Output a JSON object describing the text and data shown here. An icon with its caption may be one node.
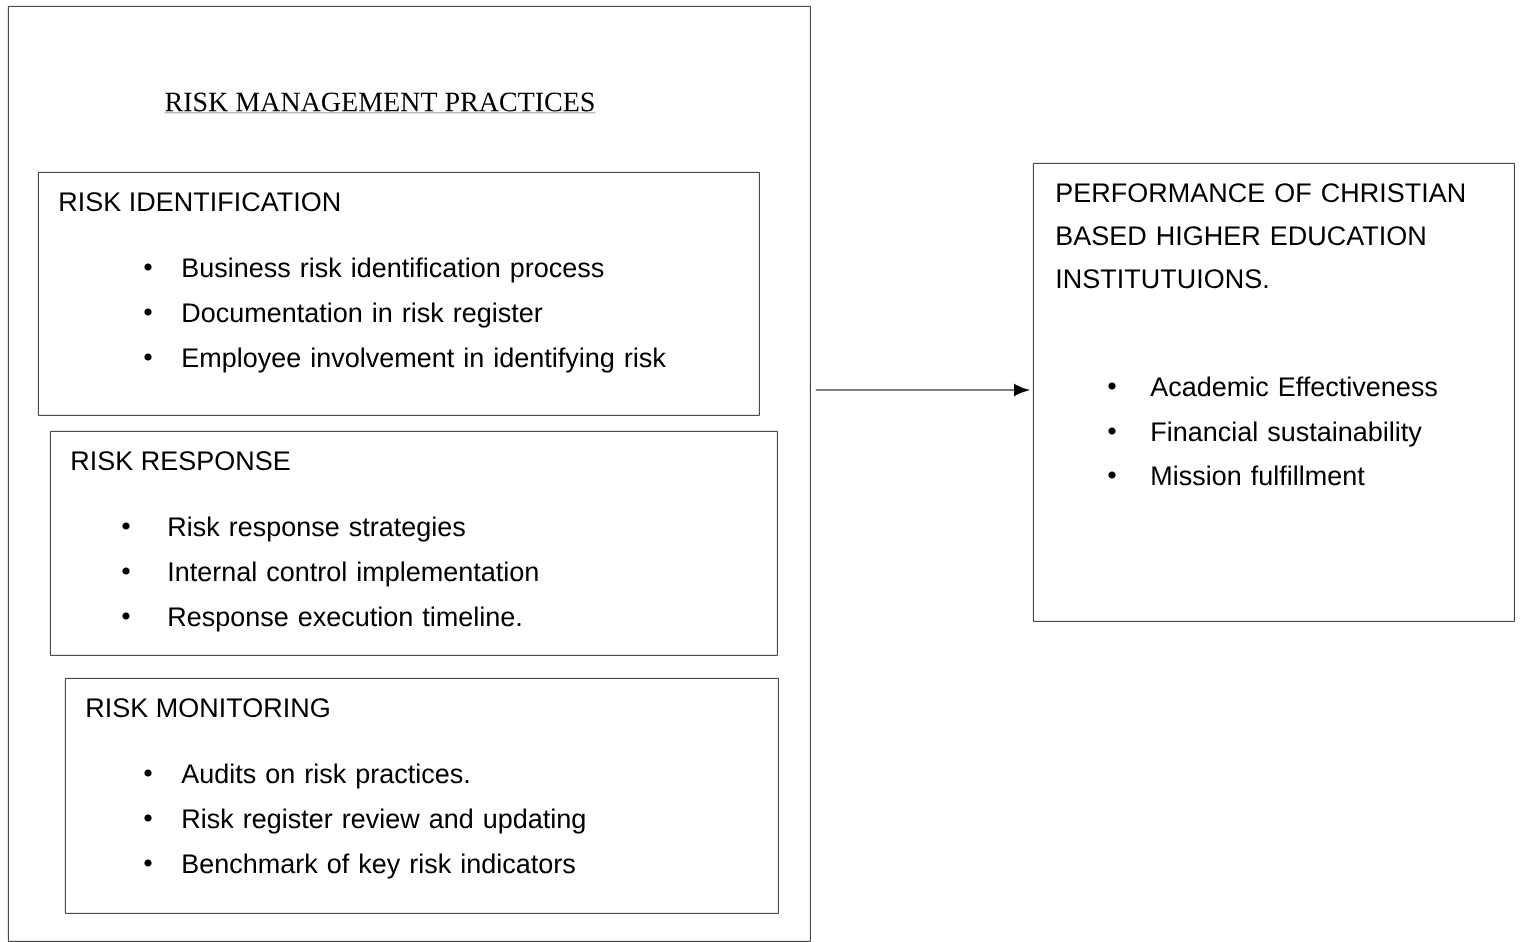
{
  "diagram": {
    "nodes": [
      {
        "text": [
          "RISK MANAGEMENT PRACTICES"
        ]
      },
      {
        "text": [
          "RISK IDENTIFICATION",
          "Business risk identification process",
          "Documentation in risk register",
          "Employee involvement in identifying risk"
        ],
        "in": 0
      },
      {
        "text": [
          "RISK RESPONSE",
          "Risk response strategies",
          "Internal control implementation",
          "Response execution timeline."
        ],
        "in": 0
      },
      {
        "text": [
          "RISK MONITORING",
          "Audits on risk practices.",
          "Risk register review and updating",
          "Benchmark of key risk indicators"
        ],
        "in": 0
      },
      {
        "text": [
          "PERFORMANCE OF CHRISTIAN BASED HIGHER EDUCATION INSTITUTUIONS.",
          "Academic Effectiveness",
          "Financial sustainability",
          "Mission fulfillment"
        ]
      }
    ],
    "edges": [
      {
        "from": 0,
        "to": 4,
        "arrow": "to"
      }
    ]
  }
}
